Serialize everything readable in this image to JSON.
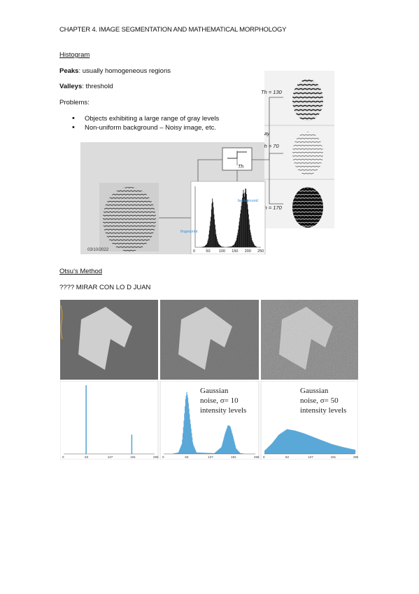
{
  "header": {
    "title": "CHAPTER 4. IMAGE SEGMENTATION AND MATHEMATICAL MORPHOLOGY"
  },
  "histogram_section": {
    "heading": "Histogram",
    "peaks_label": "Peaks",
    "peaks_text": ": usually homogeneous regions",
    "valleys_label": "Valleys",
    "valleys_text": ": threshold",
    "problems_label": "Problems:",
    "problems": [
      "Objects exhibiting a large range of gray levels",
      "Non-uniform background – Noisy image, etc."
    ]
  },
  "figure1": {
    "thresholds": [
      "Th = 130",
      "Th = 70",
      "Th = 170"
    ],
    "box_label": "Th",
    "partial_label": "ay",
    "date_stamp": "03/10/2022",
    "label_background": "background",
    "label_fingerprint": "fingerprint",
    "colors": {
      "label": "#3b8fd6"
    },
    "chart_data": {
      "type": "bar",
      "x_ticks": [
        "0",
        "50",
        "100",
        "150",
        "200",
        "250"
      ],
      "xlim": [
        0,
        255
      ],
      "series": [
        {
          "values": [
            [
              0,
              0
            ],
            [
              20,
              0
            ],
            [
              35,
              1
            ],
            [
              45,
              4
            ],
            [
              50,
              10
            ],
            [
              55,
              22
            ],
            [
              60,
              35
            ],
            [
              63,
              48
            ],
            [
              66,
              56
            ],
            [
              69,
              50
            ],
            [
              72,
              38
            ],
            [
              76,
              26
            ],
            [
              80,
              15
            ],
            [
              85,
              8
            ],
            [
              90,
              4
            ],
            [
              100,
              1
            ],
            [
              115,
              0
            ],
            [
              140,
              1
            ],
            [
              150,
              3
            ],
            [
              158,
              8
            ],
            [
              165,
              18
            ],
            [
              172,
              34
            ],
            [
              180,
              52
            ],
            [
              186,
              66
            ],
            [
              190,
              58
            ],
            [
              195,
              70
            ],
            [
              200,
              55
            ],
            [
              206,
              38
            ],
            [
              212,
              20
            ],
            [
              220,
              8
            ],
            [
              230,
              2
            ],
            [
              240,
              0
            ],
            [
              255,
              0
            ]
          ]
        }
      ]
    }
  },
  "otsu_section": {
    "heading": "Otsu’s Method",
    "note": "???? MIRAR CON LO D JUAN"
  },
  "figure2": {
    "noise_labels": [
      {
        "line1": "Gaussian",
        "line2": "noise, σ= 10",
        "line3": "intensity levels"
      },
      {
        "line1": "Gaussian",
        "line2": "noise, σ= 50",
        "line3": "intensity levels"
      }
    ],
    "colors": {
      "bars": "#5aa8d8",
      "background": "#6b6b6b",
      "shape": "#cfcfcf"
    },
    "chart_data": [
      {
        "type": "bar",
        "x_ticks": [
          "0",
          "63",
          "127",
          "191",
          "255"
        ],
        "xlim": [
          0,
          255
        ],
        "series": [
          {
            "values": [
              [
                63,
                1.0
              ],
              [
                191,
                0.28
              ]
            ]
          }
        ]
      },
      {
        "type": "area",
        "x_ticks": [
          "0",
          "63",
          "127",
          "191",
          "255"
        ],
        "xlim": [
          0,
          255
        ],
        "series": [
          {
            "values": [
              [
                20,
                0
              ],
              [
                40,
                0.02
              ],
              [
                50,
                0.15
              ],
              [
                55,
                0.45
              ],
              [
                60,
                0.8
              ],
              [
                63,
                0.9
              ],
              [
                66,
                0.82
              ],
              [
                72,
                0.5
              ],
              [
                80,
                0.15
              ],
              [
                90,
                0.02
              ],
              [
                140,
                0.01
              ],
              [
                160,
                0.1
              ],
              [
                170,
                0.3
              ],
              [
                178,
                0.42
              ],
              [
                184,
                0.4
              ],
              [
                192,
                0.25
              ],
              [
                200,
                0.08
              ],
              [
                212,
                0.01
              ],
              [
                230,
                0
              ]
            ]
          }
        ]
      },
      {
        "type": "area",
        "x_ticks": [
          "0",
          "63",
          "127",
          "191",
          "255"
        ],
        "xlim": [
          0,
          255
        ],
        "series": [
          {
            "values": [
              [
                0,
                0.05
              ],
              [
                20,
                0.15
              ],
              [
                40,
                0.28
              ],
              [
                63,
                0.36
              ],
              [
                85,
                0.34
              ],
              [
                110,
                0.3
              ],
              [
                130,
                0.26
              ],
              [
                160,
                0.2
              ],
              [
                191,
                0.14
              ],
              [
                220,
                0.1
              ],
              [
                255,
                0.06
              ]
            ]
          }
        ]
      }
    ]
  }
}
